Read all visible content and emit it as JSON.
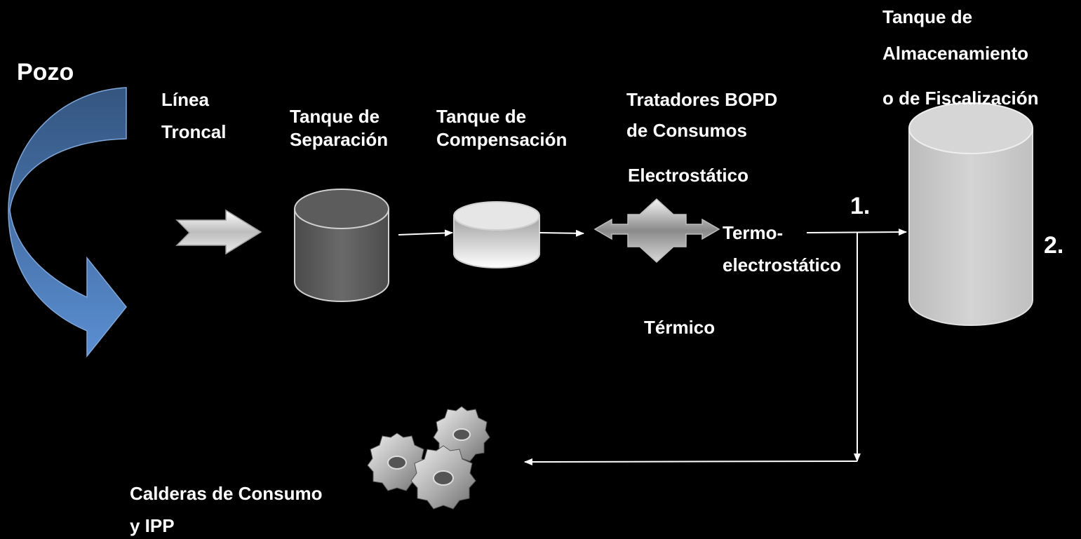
{
  "labels": {
    "pozo": "Pozo",
    "linea_troncal_1": "Línea",
    "linea_troncal_2": "Troncal",
    "tanque_separacion_1": "Tanque de",
    "tanque_separacion_2": "Separación",
    "tanque_compensacion_1": "Tanque de",
    "tanque_compensacion_2": "Compensación",
    "tratadores_1": "Tratadores BOPD",
    "tratadores_2": "de Consumos",
    "electrostatico": "Electrostático",
    "termo_1": "Termo-",
    "termo_2": "electrostático",
    "termico": "Térmico",
    "tanque_almacenamiento_1": "Tanque de",
    "tanque_almacenamiento_2": "Almacenamiento",
    "tanque_almacenamiento_3": "o de Fiscalización",
    "calderas_1": "Calderas de Consumo",
    "calderas_2": "y IPP",
    "step_1": "1.",
    "step_2": "2."
  },
  "colors": {
    "background": "#000000",
    "text": "#ffffff",
    "curved_arrow_top": "#3b5f8f",
    "curved_arrow_bottom": "#5b8fd0",
    "tank_separacion": "#5e5e5e",
    "tank_compensacion": "#e0e0e0",
    "tank_almacenamiento": "#c8c8c8",
    "connector": "#ffffff"
  },
  "icons": {
    "input_arrow": "block-right-arrow-icon",
    "treater": "four-way-arrow-icon",
    "boilers": "gears-icon"
  }
}
